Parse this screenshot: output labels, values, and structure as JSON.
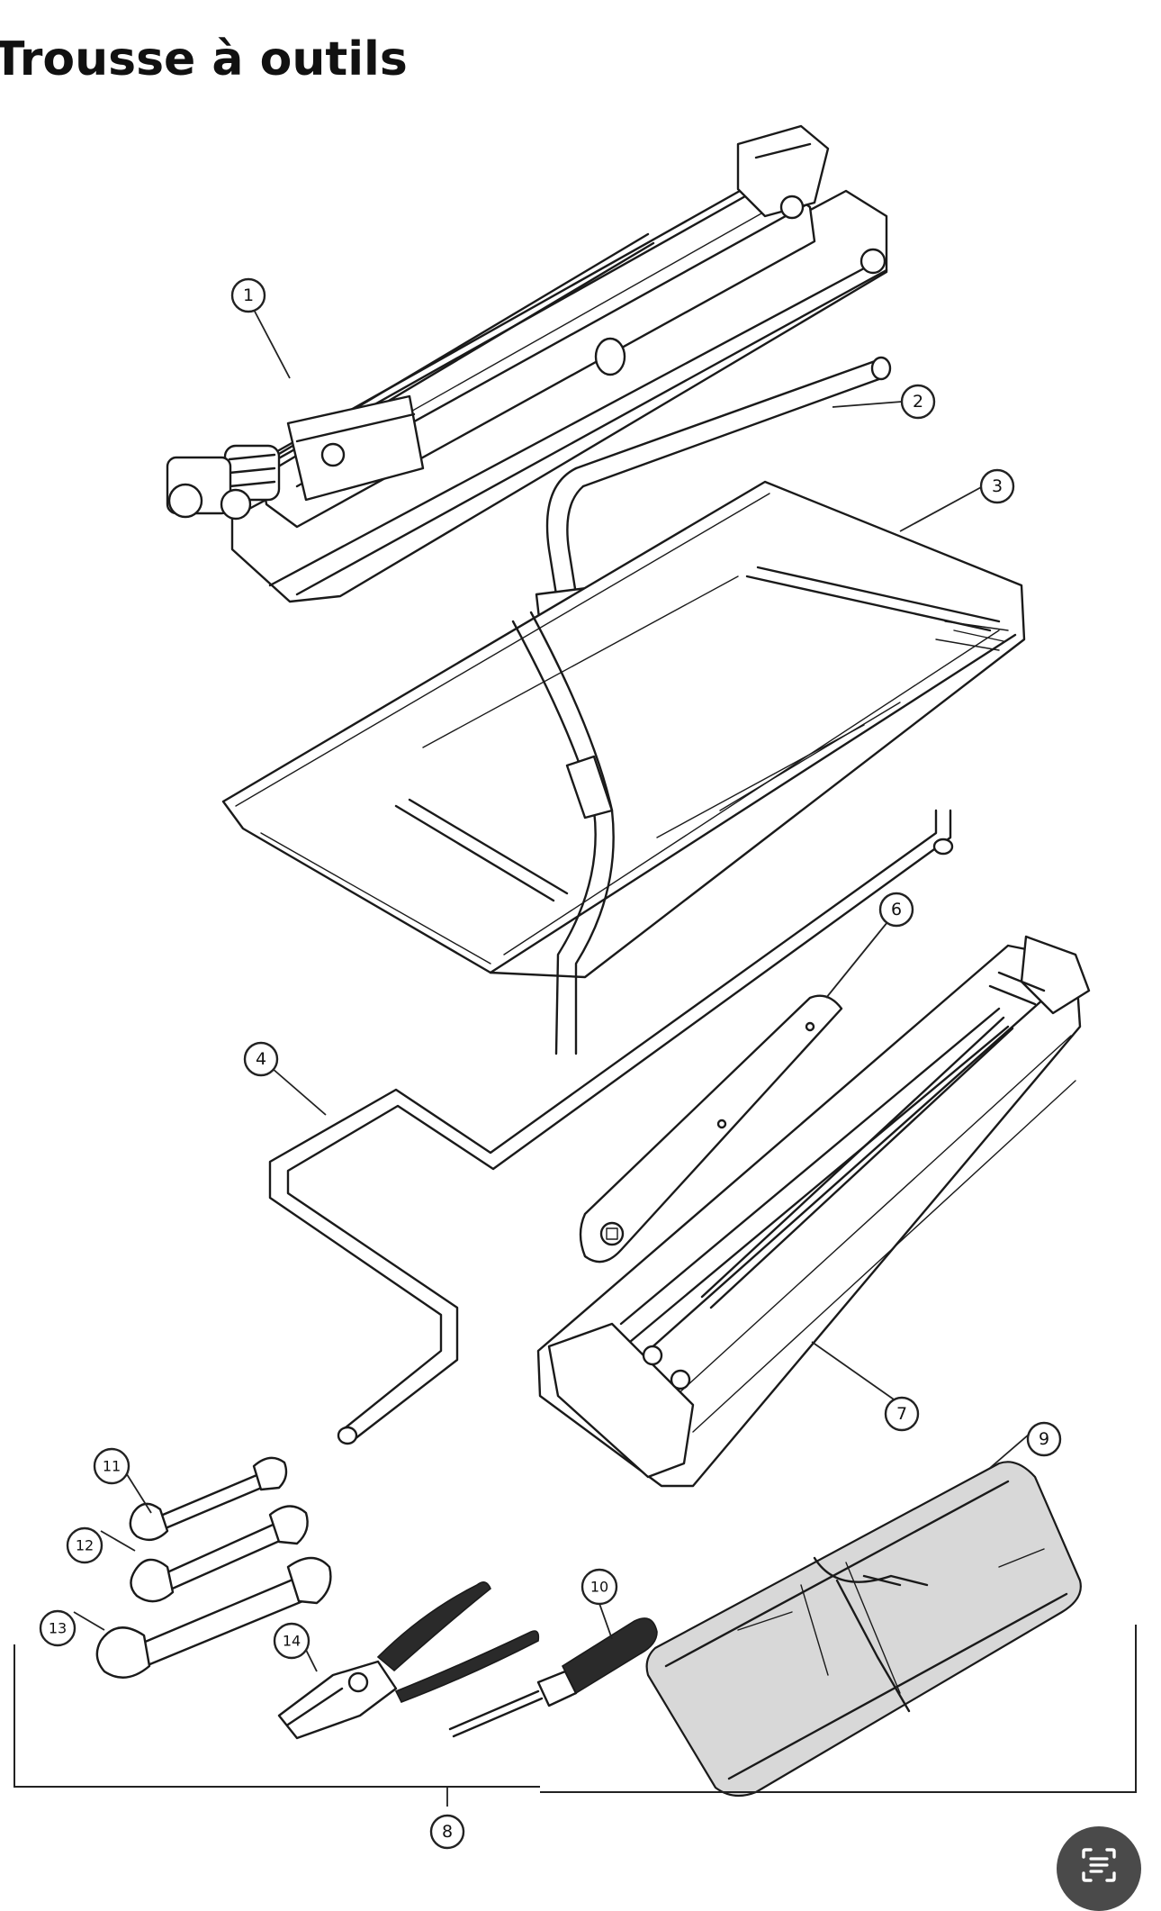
{
  "page": {
    "title": "Trousse à outils"
  },
  "callouts": [
    {
      "number": "1",
      "part": "jack"
    },
    {
      "number": "2",
      "part": "wheel-brace"
    },
    {
      "number": "3",
      "part": "tray"
    },
    {
      "number": "4",
      "part": "crank-handle"
    },
    {
      "number": "6",
      "part": "jack-link"
    },
    {
      "number": "7",
      "part": "second-jack"
    },
    {
      "number": "8",
      "part": "tool-kit-group"
    },
    {
      "number": "9",
      "part": "tool-roll"
    },
    {
      "number": "10",
      "part": "screwdriver"
    },
    {
      "number": "11",
      "part": "small-wrench"
    },
    {
      "number": "12",
      "part": "medium-wrench"
    },
    {
      "number": "13",
      "part": "large-wrench"
    },
    {
      "number": "14",
      "part": "pliers"
    }
  ],
  "fab": {
    "icon": "text-scan-icon",
    "color": "#4a4a4a"
  }
}
